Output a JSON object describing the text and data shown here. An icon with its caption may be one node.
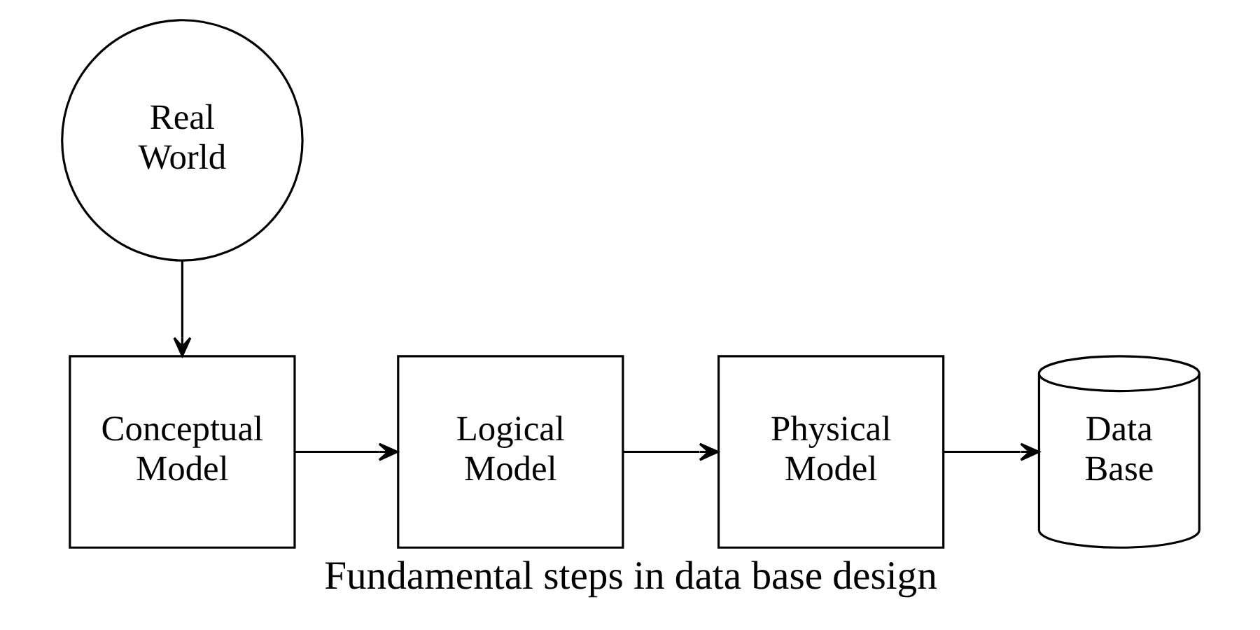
{
  "diagram": {
    "caption": "Fundamental steps in data base design",
    "nodes": [
      {
        "text": [
          "Real World"
        ]
      },
      {
        "text": [
          "Conceptual Model"
        ]
      },
      {
        "text": [
          "Logical Model"
        ]
      },
      {
        "text": [
          "Physical Model"
        ]
      },
      {
        "text": [
          "Data Base"
        ]
      }
    ],
    "edges": [
      {
        "from": 0,
        "to": 1,
        "arrow": "to"
      },
      {
        "from": 1,
        "to": 2,
        "arrow": "to"
      },
      {
        "from": 2,
        "to": 3,
        "arrow": "to"
      },
      {
        "from": 3,
        "to": 4,
        "arrow": "to"
      }
    ]
  }
}
